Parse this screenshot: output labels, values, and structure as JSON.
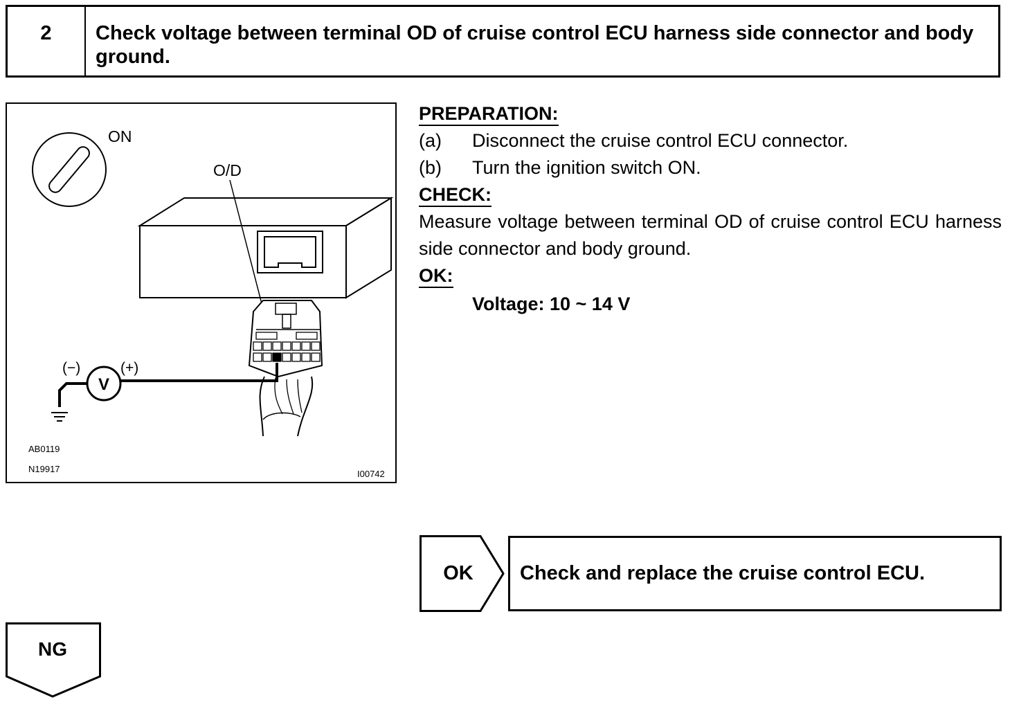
{
  "header": {
    "step_number": "2",
    "title": "Check voltage between terminal OD of cruise control ECU harness side connector and body ground."
  },
  "figure": {
    "ignition_label": "ON",
    "terminal_label": "O/D",
    "voltmeter_symbol": "V",
    "negative_label": "(−)",
    "positive_label": "(+)",
    "code_1": "AB0119",
    "code_2": "N19917",
    "code_3": "I00742",
    "icons": [
      "ignition-switch-icon",
      "ecu-icon",
      "harness-connector-icon",
      "voltmeter-icon",
      "ground-icon"
    ]
  },
  "preparation": {
    "heading": "PREPARATION:",
    "steps": [
      {
        "letter": "(a)",
        "text": "Disconnect the cruise control ECU connector."
      },
      {
        "letter": "(b)",
        "text": "Turn the ignition switch ON."
      }
    ]
  },
  "check": {
    "heading": "CHECK:",
    "text": "Measure voltage between terminal OD of cruise control ECU harness side connector and body ground."
  },
  "ok": {
    "heading": "OK:",
    "spec": "Voltage: 10 ~ 14 V"
  },
  "result_ok": {
    "label": "OK",
    "action": "Check and replace the cruise control ECU."
  },
  "result_ng": {
    "label": "NG"
  }
}
